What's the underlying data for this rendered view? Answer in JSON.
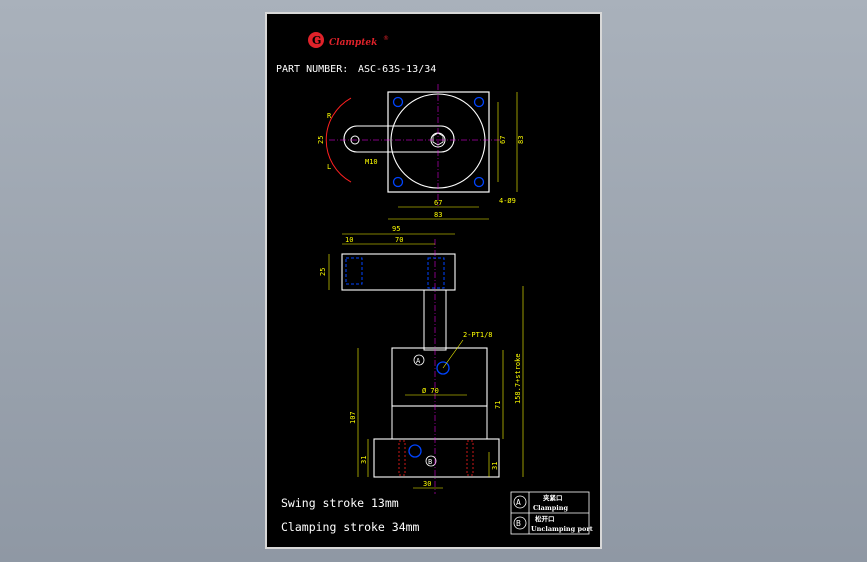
{
  "brand": {
    "logo_letter": "G",
    "name": "Clamptek",
    "reg": "®",
    "color": "#e0222a"
  },
  "part_number": {
    "label": "PART NUMBER:",
    "value": "ASC-63S-13/34"
  },
  "notes": {
    "swing": "Swing stroke 13mm",
    "clamping": "Clamping stroke 34mm"
  },
  "legend": {
    "a_mark": "A",
    "a_cn": "夹紧口",
    "a_en": "Clamping",
    "b_mark": "B",
    "b_cn": "松开口",
    "b_en": "Unclamping port"
  },
  "top_view": {
    "dims": {
      "w67": "67",
      "w83": "83",
      "h67": "67",
      "h83": "83",
      "holes": "4-Ø9",
      "thread": "M10",
      "arm_h": "25"
    },
    "rotation": {
      "right": "R",
      "left": "L"
    }
  },
  "front_view": {
    "dims": {
      "arm_len": "95",
      "offset_10": "10",
      "pitch_70": "70",
      "arm_h": "25",
      "port_note": "2-PT1/8",
      "dia": "Ø 70",
      "body_71": "71",
      "total_h": "158.7+stroke",
      "body_h": "107",
      "base_31": "31",
      "base_r31": "31",
      "base_w": "30"
    }
  },
  "colors": {
    "outline": "#ffffff",
    "dimension": "#ffff00",
    "center": "#ff00ff",
    "feature": "#0044ff",
    "hidden": "#ff2020"
  }
}
